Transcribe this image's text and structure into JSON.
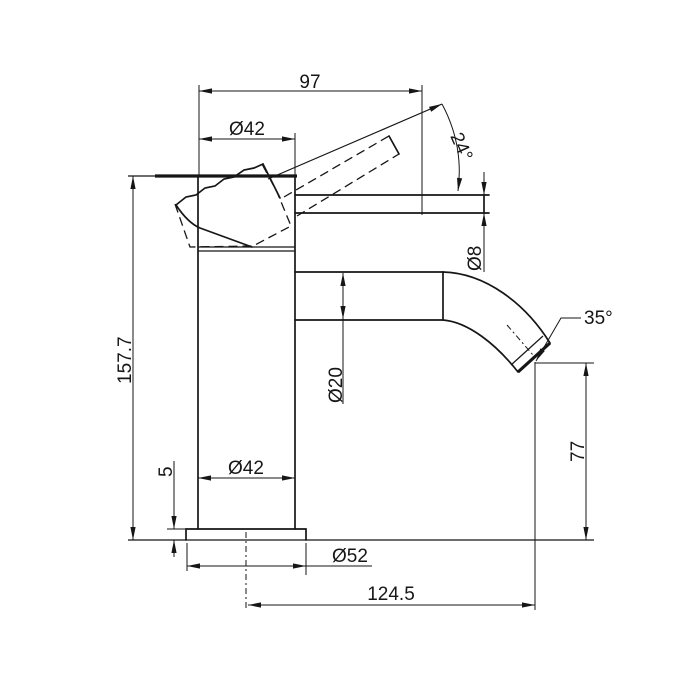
{
  "drawing": {
    "title": "basin-mixer-tap-side-elevation",
    "type": "technical-dimension-drawing",
    "units": "mm",
    "style": {
      "ink": "#161616",
      "background": "#ffffff"
    },
    "dims": {
      "d97": {
        "label": "97",
        "meaning": "top horizontal distance"
      },
      "d42_top": {
        "label": "Ø42",
        "meaning": "handle cap diameter"
      },
      "a24": {
        "label": "24°",
        "meaning": "lever lift angle"
      },
      "d8": {
        "label": "Ø8",
        "meaning": "lever rod diameter"
      },
      "h157": {
        "label": "157.7",
        "meaning": "overall height"
      },
      "d20": {
        "label": "Ø20",
        "meaning": "spout tube diameter"
      },
      "a35": {
        "label": "35°",
        "meaning": "spout outlet angle"
      },
      "h5": {
        "label": "5",
        "meaning": "base ring height"
      },
      "d42_bot": {
        "label": "Ø42",
        "meaning": "body diameter"
      },
      "h77": {
        "label": "77",
        "meaning": "outlet height above base"
      },
      "d52": {
        "label": "Ø52",
        "meaning": "base flange diameter"
      },
      "w124": {
        "label": "124.5",
        "meaning": "spout projection from centre"
      }
    }
  }
}
